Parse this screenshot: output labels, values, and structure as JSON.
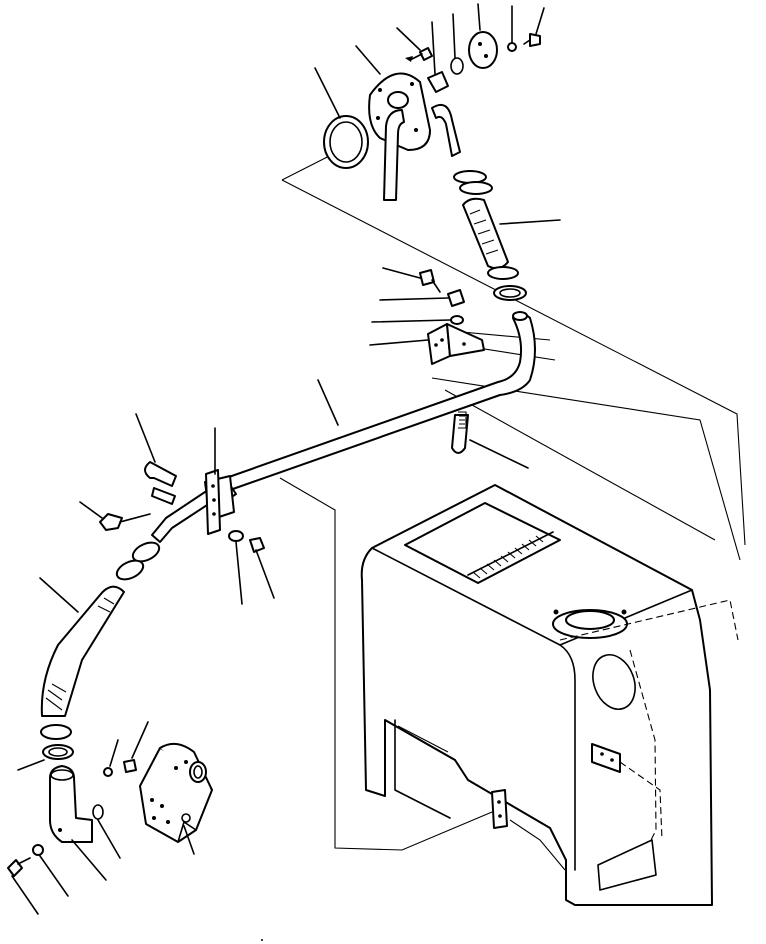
{
  "diagram": {
    "kind": "exploded parts diagram",
    "line_color": "#000000",
    "background": "#ffffff",
    "callouts": [
      {
        "id": "gasket-ring"
      },
      {
        "id": "flange-cover"
      },
      {
        "id": "cover-bolt"
      },
      {
        "id": "plug"
      },
      {
        "id": "o-ring-small"
      },
      {
        "id": "cap-plate"
      },
      {
        "id": "top-washer"
      },
      {
        "id": "top-bolt"
      },
      {
        "id": "hose-upper"
      },
      {
        "id": "bracket-bolt"
      },
      {
        "id": "bracket-nut"
      },
      {
        "id": "bracket-washer"
      },
      {
        "id": "bracket"
      },
      {
        "id": "tube-main"
      },
      {
        "id": "u-clamp-right"
      },
      {
        "id": "u-clamp-left"
      },
      {
        "id": "clip-bolt"
      },
      {
        "id": "hose-lower"
      },
      {
        "id": "clip-washer"
      },
      {
        "id": "clip-nut"
      },
      {
        "id": "hose-clamp-lower"
      },
      {
        "id": "elbow-washer"
      },
      {
        "id": "elbow-bolt"
      },
      {
        "id": "valve-body"
      },
      {
        "id": "elbow-o-ring"
      },
      {
        "id": "elbow-mount-bolt"
      },
      {
        "id": "elbow-mount-washer"
      },
      {
        "id": "elbow-fitting"
      }
    ]
  }
}
